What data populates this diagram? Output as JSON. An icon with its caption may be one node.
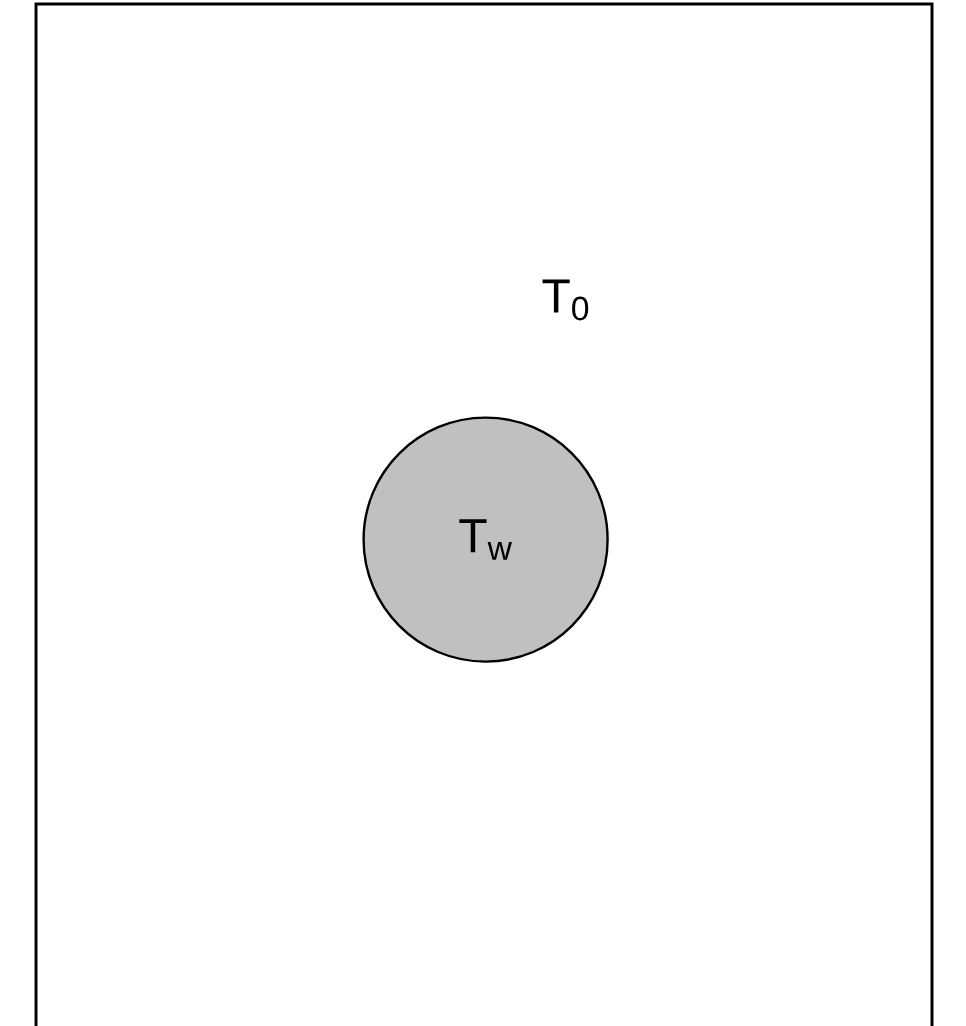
{
  "diagram": {
    "nodes": [
      {
        "text": [
          "T$_{0}$"
        ]
      },
      {
        "text": [
          "T$_{w}$"
        ],
        "in": 0
      }
    ]
  }
}
